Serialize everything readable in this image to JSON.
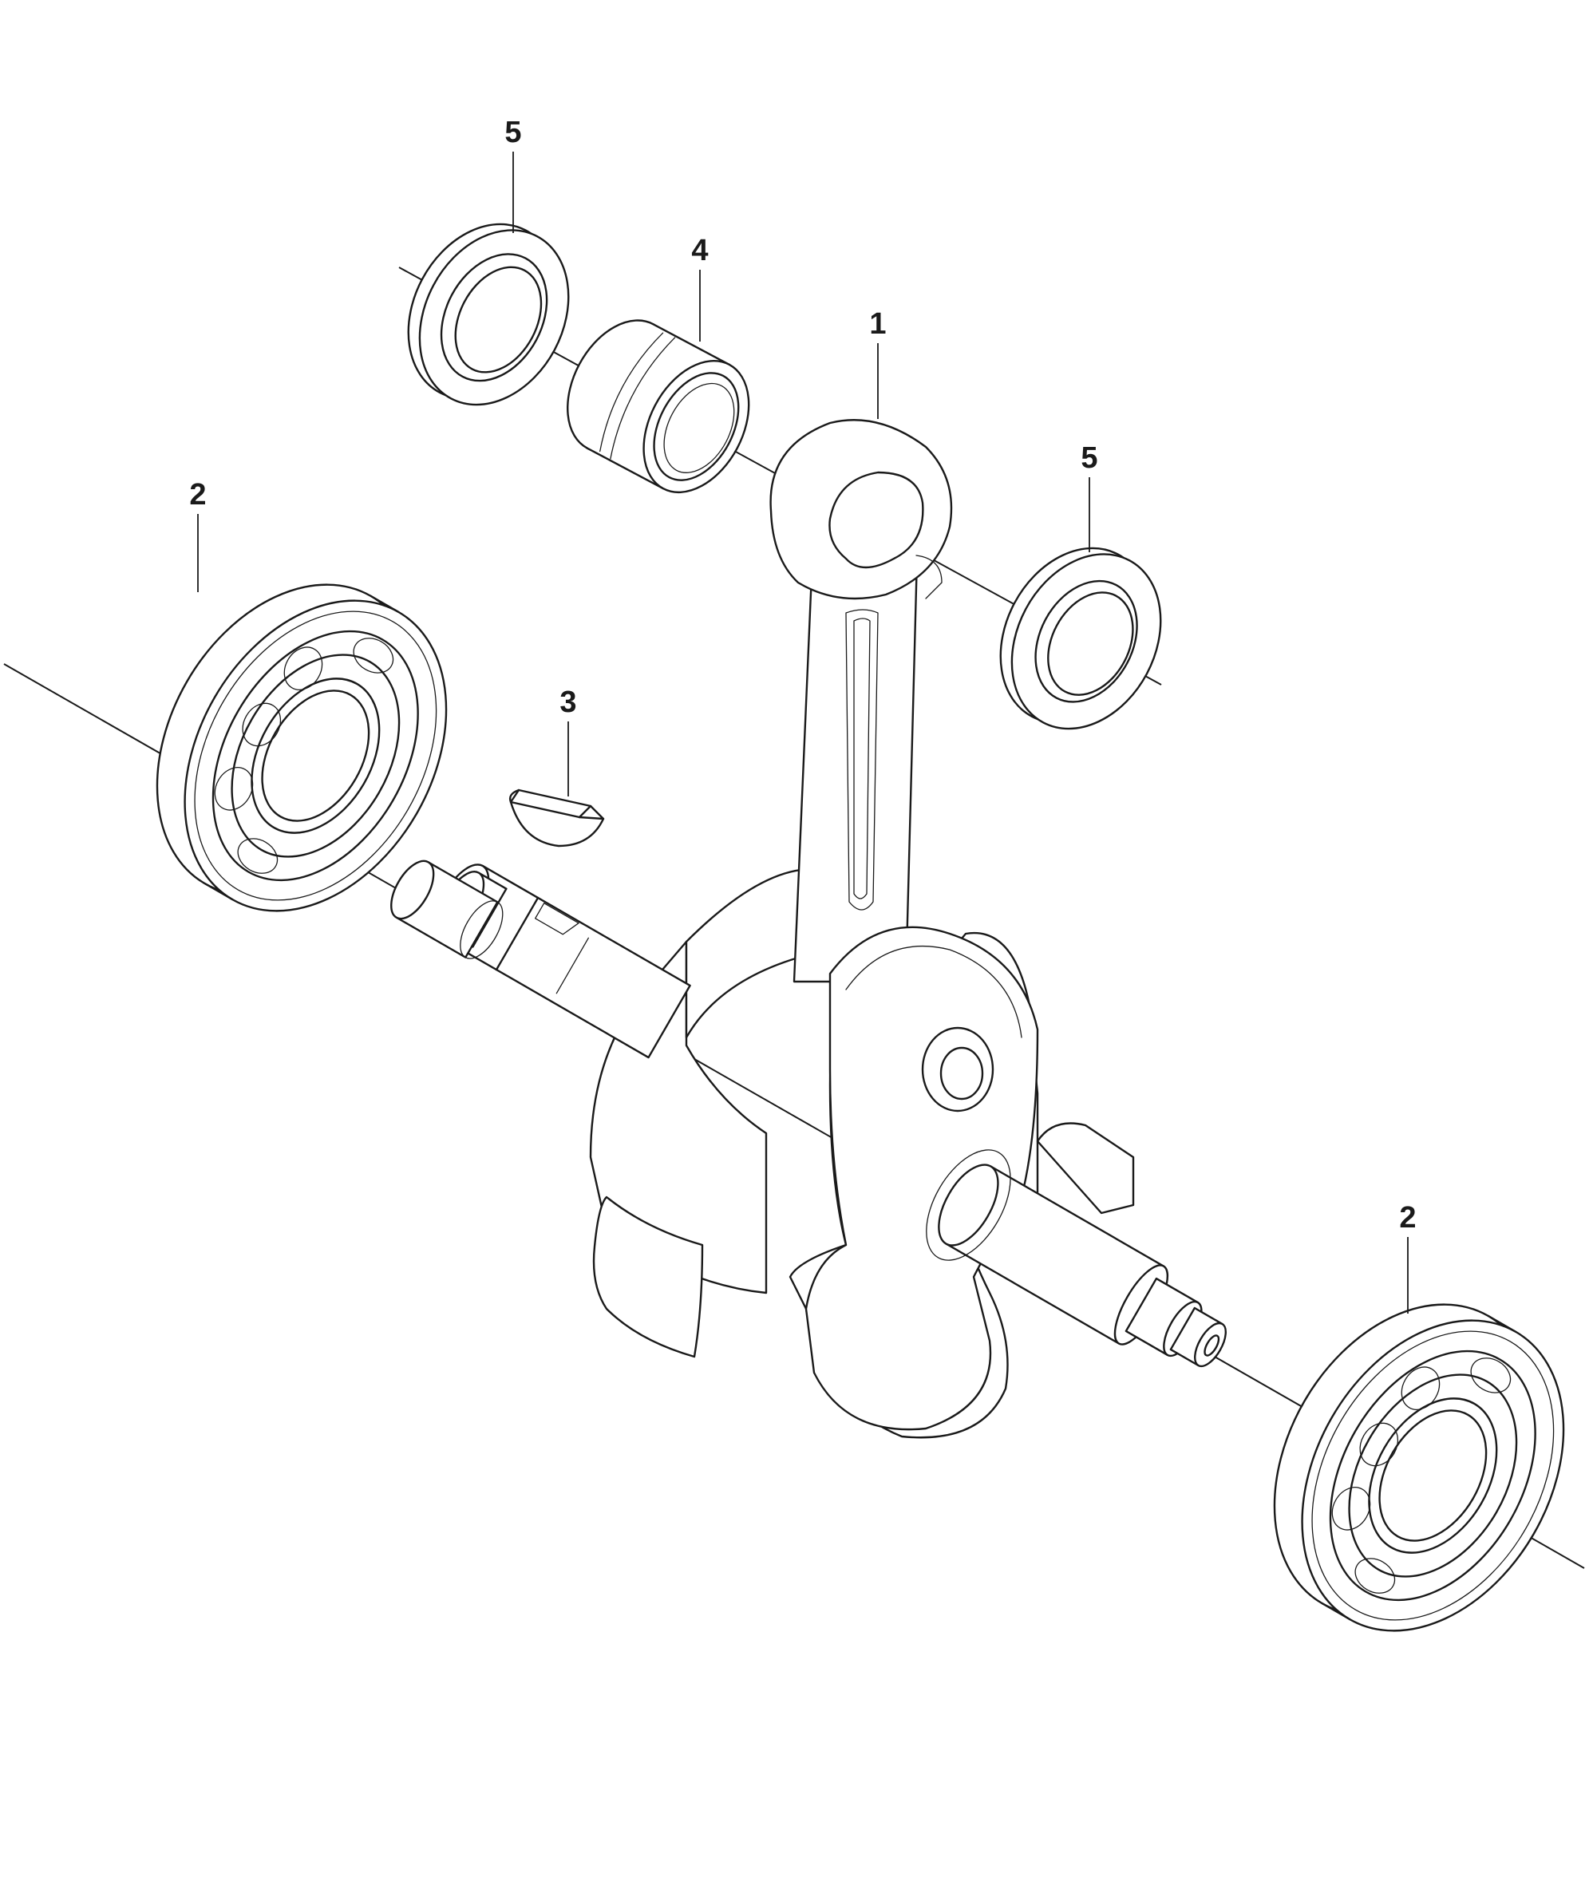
{
  "callouts": [
    {
      "id": "c5-top",
      "text": "5"
    },
    {
      "id": "c4",
      "text": "4"
    },
    {
      "id": "c1",
      "text": "1"
    },
    {
      "id": "c5-right",
      "text": "5"
    },
    {
      "id": "c2-left",
      "text": "2"
    },
    {
      "id": "c3",
      "text": "3"
    },
    {
      "id": "c2-right",
      "text": "2"
    }
  ],
  "colors": {
    "line": "#1a1a1a",
    "background": "#ffffff"
  }
}
